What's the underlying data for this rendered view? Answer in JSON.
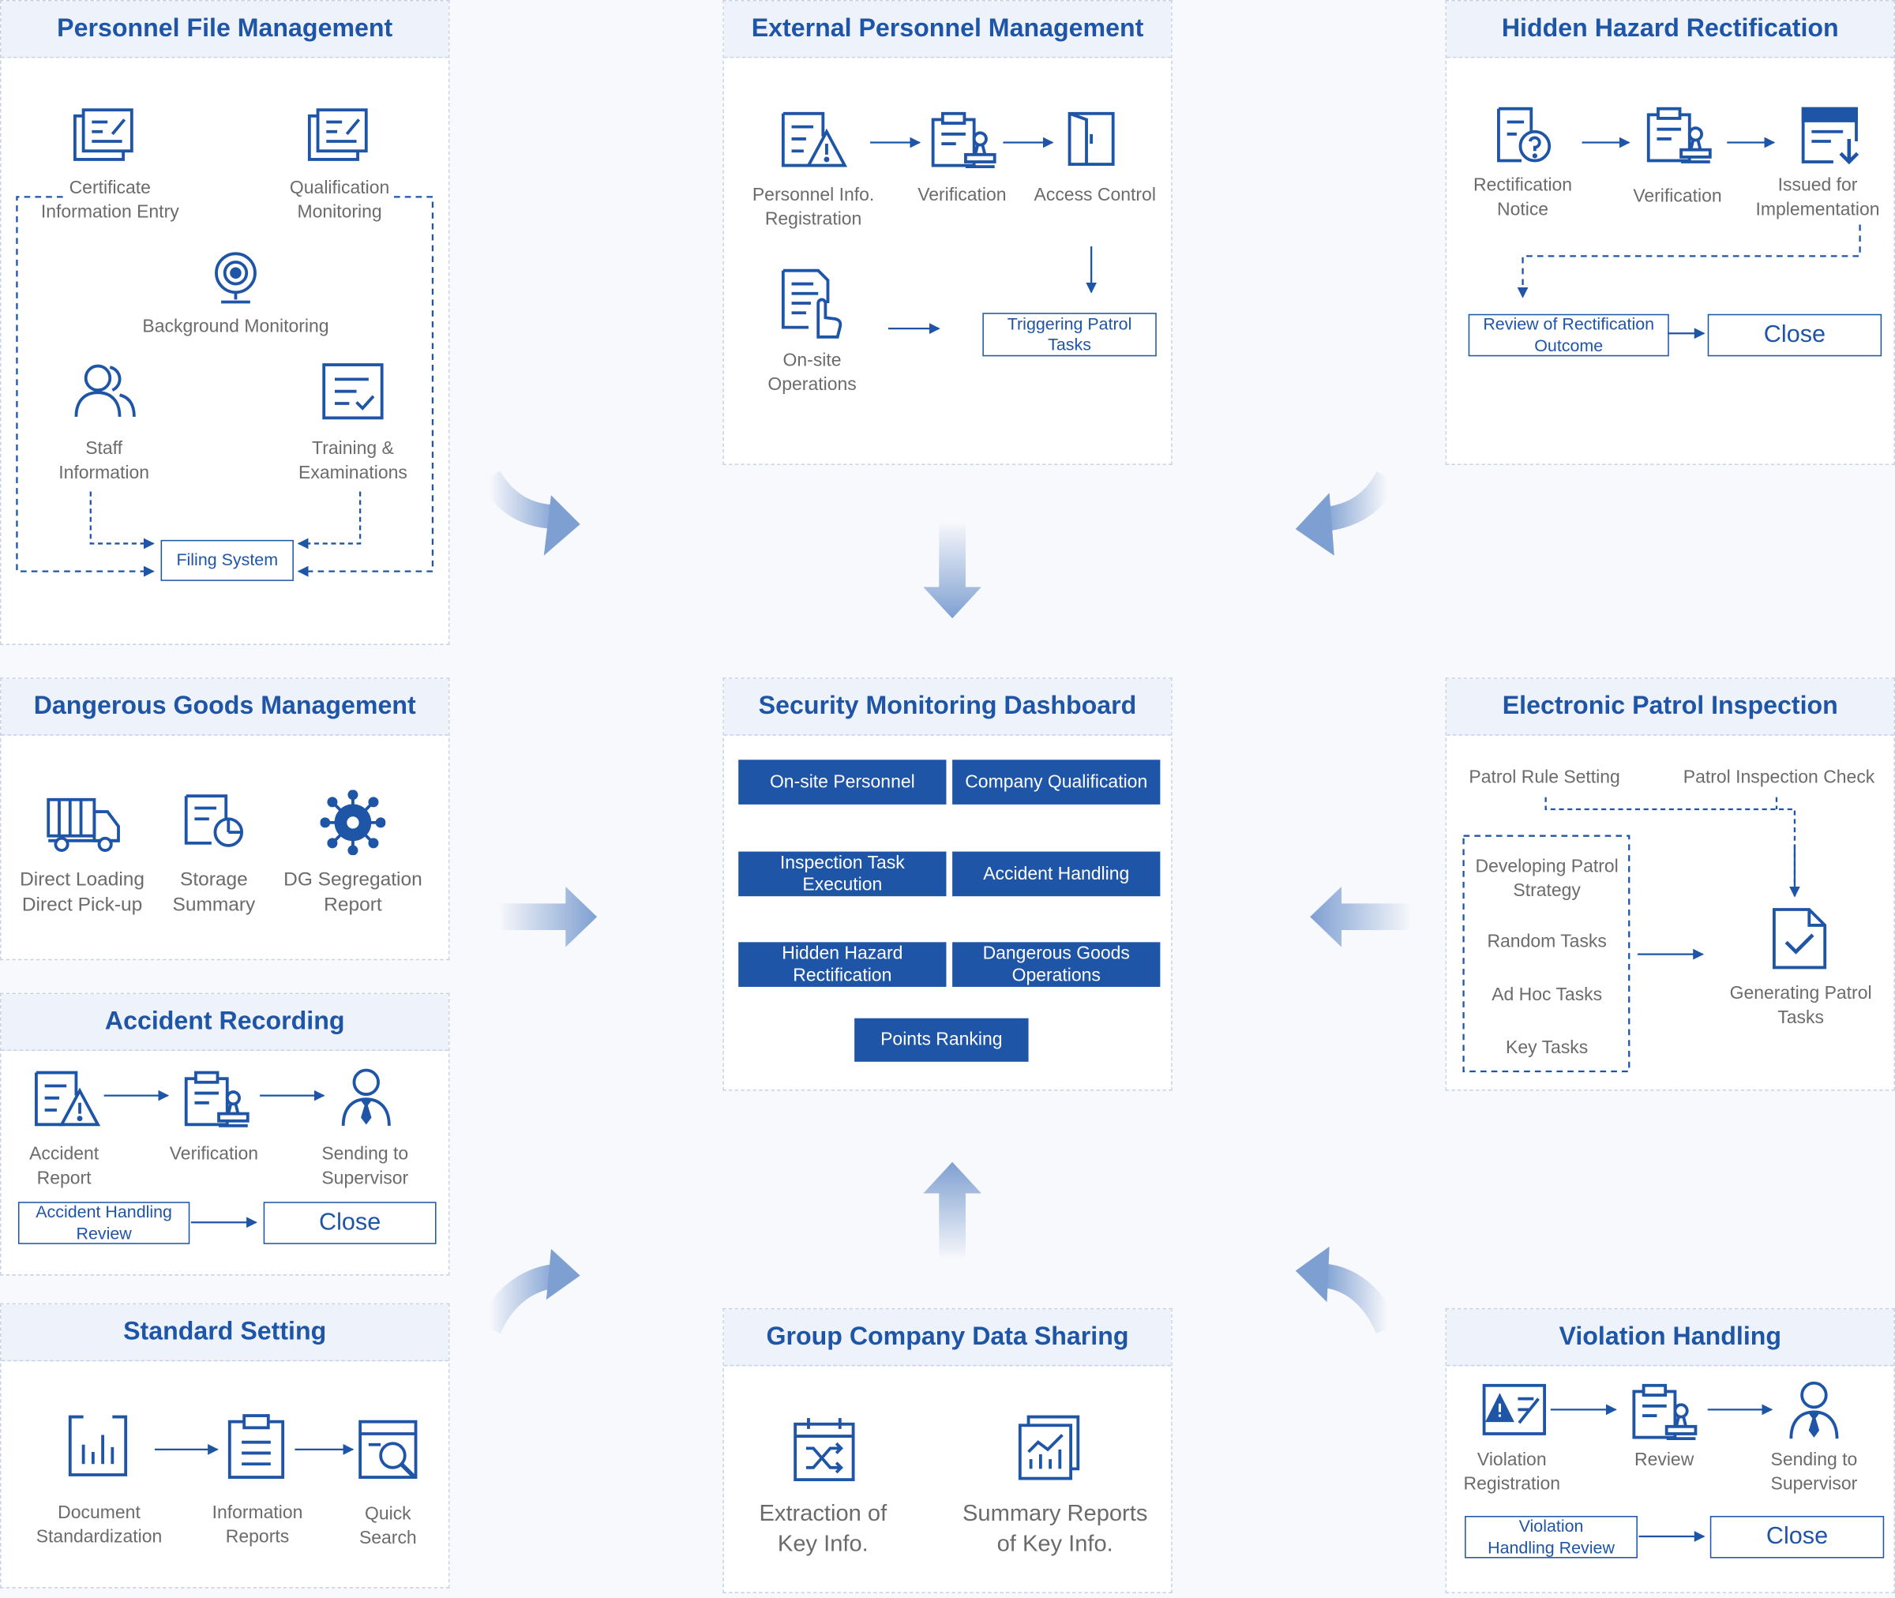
{
  "colors": {
    "primary": "#1f55a6",
    "panel_header": "#eef2fb",
    "label": "#6b6b6b",
    "arrow": "#7e9fd1"
  },
  "personnel_file": {
    "title": "Personnel File Management",
    "certificate_entry": [
      "Certificate",
      "Information Entry"
    ],
    "qualification_monitoring": [
      "Qualification",
      "Monitoring"
    ],
    "background_monitoring": "Background Monitoring",
    "staff_information": [
      "Staff",
      "Information"
    ],
    "training_exams": [
      "Training &",
      "Examinations"
    ],
    "filing_system": "Filing System"
  },
  "external_personnel": {
    "title": "External Personnel Management",
    "registration": [
      "Personnel Info.",
      "Registration"
    ],
    "verification": "Verification",
    "access_control": "Access Control",
    "onsite_operations": [
      "On-site",
      "Operations"
    ],
    "triggering_patrol": [
      "Triggering Patrol",
      "Tasks"
    ]
  },
  "hidden_hazard": {
    "title": "Hidden Hazard Rectification",
    "notice": [
      "Rectification",
      "Notice"
    ],
    "verification": "Verification",
    "issued": [
      "Issued for",
      "Implementation"
    ],
    "review": [
      "Review of Rectification",
      "Outcome"
    ],
    "close": "Close"
  },
  "dangerous_goods": {
    "title": "Dangerous Goods Management",
    "direct_loading": [
      "Direct Loading",
      "Direct Pick-up"
    ],
    "storage_summary": [
      "Storage",
      "Summary"
    ],
    "segregation": [
      "DG Segregation",
      "Report"
    ]
  },
  "dashboard": {
    "title": "Security Monitoring Dashboard",
    "onsite_personnel": "On-site Personnel",
    "company_qualification": "Company Qualification",
    "inspection_task": [
      "Inspection Task",
      "Execution"
    ],
    "accident_handling": "Accident Handling",
    "hidden_hazard": [
      "Hidden Hazard",
      "Rectification"
    ],
    "dg_operations": [
      "Dangerous Goods",
      "Operations"
    ],
    "points_ranking": "Points Ranking"
  },
  "electronic_patrol": {
    "title": "Electronic Patrol Inspection",
    "rule_setting": "Patrol Rule Setting",
    "inspection_check": "Patrol Inspection Check",
    "developing_strategy": [
      "Developing Patrol",
      "Strategy"
    ],
    "random_tasks": "Random Tasks",
    "adhoc_tasks": "Ad Hoc Tasks",
    "key_tasks": "Key Tasks",
    "generating": [
      "Generating Patrol",
      "Tasks"
    ]
  },
  "accident_recording": {
    "title": "Accident Recording",
    "report": [
      "Accident",
      "Report"
    ],
    "verification": "Verification",
    "sending": [
      "Sending to",
      "Supervisor"
    ],
    "review": [
      "Accident Handling",
      "Review"
    ],
    "close": "Close"
  },
  "standard_setting": {
    "title": "Standard Setting",
    "document": [
      "Document",
      "Standardization"
    ],
    "information": [
      "Information",
      "Reports"
    ],
    "quick_search": [
      "Quick",
      "Search"
    ]
  },
  "group_sharing": {
    "title": "Group Company Data Sharing",
    "extraction": [
      "Extraction of",
      "Key Info."
    ],
    "summary": [
      "Summary Reports",
      "of Key Info."
    ]
  },
  "violation": {
    "title": "Violation Handling",
    "registration": [
      "Violation",
      "Registration"
    ],
    "review": "Review",
    "sending": [
      "Sending to",
      "Supervisor"
    ],
    "handling_review": [
      "Violation",
      "Handling Review"
    ],
    "close": "Close"
  }
}
